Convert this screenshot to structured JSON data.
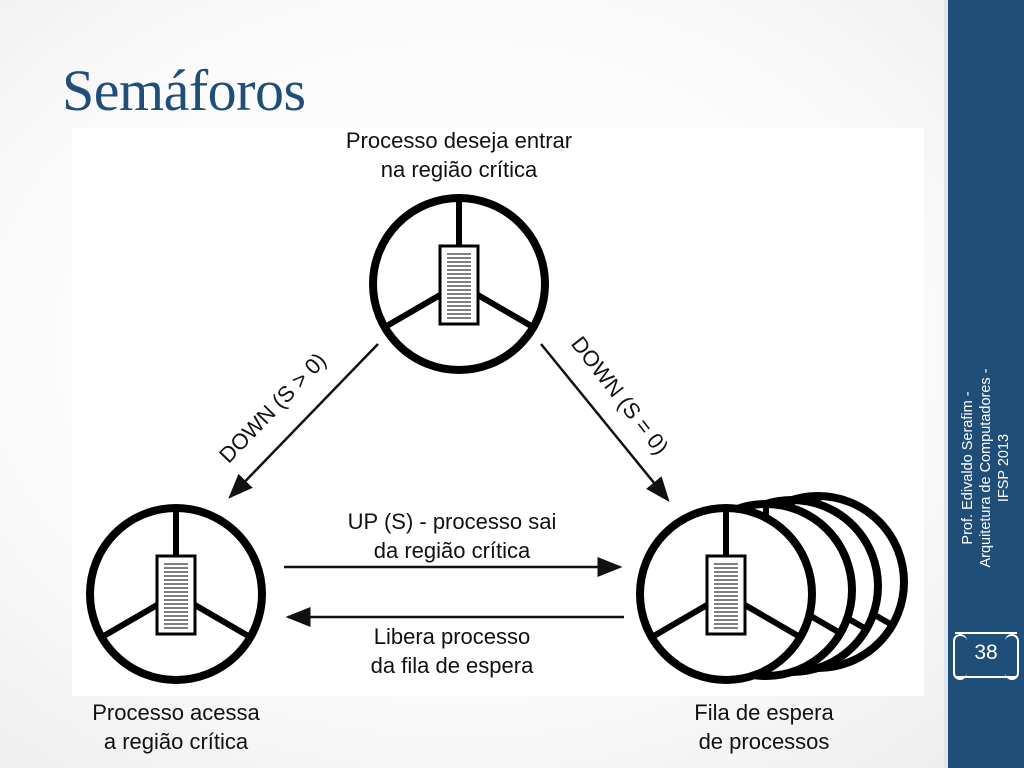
{
  "slide": {
    "title": "Semáforos"
  },
  "diagram": {
    "top_label": [
      "Processo deseja entrar",
      "na região crítica"
    ],
    "down_left": "DOWN (S > 0)",
    "down_right": "DOWN (S = 0)",
    "up_label": [
      "UP (S) - processo sai",
      "da região crítica"
    ],
    "release_label": [
      "Libera processo",
      "da fila de espera"
    ],
    "bottom_left": [
      "Processo acessa",
      "a região crítica"
    ],
    "bottom_right": [
      "Fila de espera",
      "de processos"
    ]
  },
  "footer": {
    "author": "Prof. Edivaldo Serafim -",
    "course": "Arquitetura de Computadores -",
    "year": "IFSP 2013"
  },
  "page": {
    "number": "38"
  },
  "colors": {
    "title": "#1f4e79",
    "sidebar": "#1f4e79",
    "ink": "#111111"
  }
}
